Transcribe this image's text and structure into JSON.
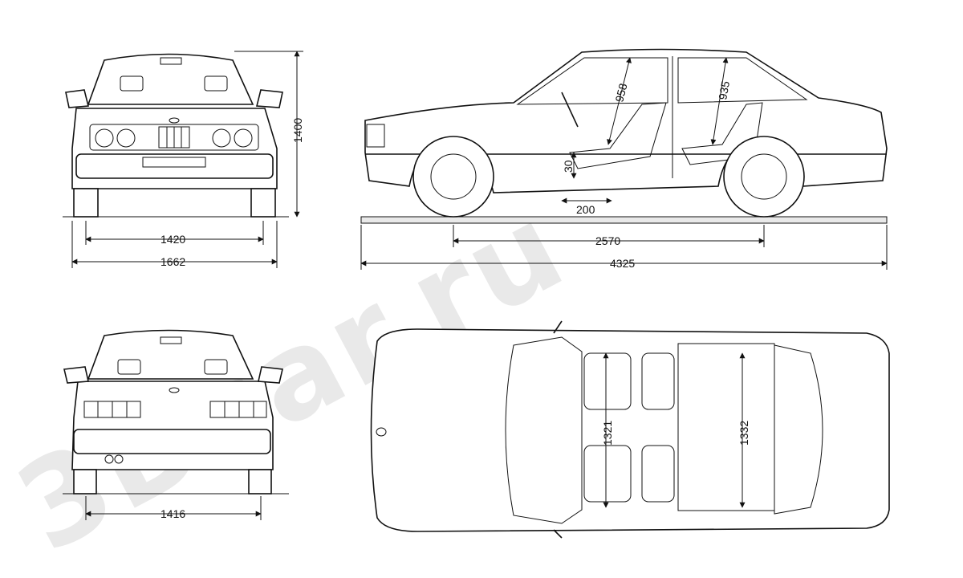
{
  "watermark": "3Dcar.ru",
  "dimensions": {
    "front_track": "1420",
    "front_width": "1662",
    "height": "1400",
    "wheelbase": "2570",
    "length": "4325",
    "front_headroom": "958",
    "rear_headroom": "935",
    "seat_height": "30",
    "seat_offset": "200",
    "rear_track": "1416",
    "front_shoulder": "1321",
    "rear_shoulder": "1332"
  }
}
